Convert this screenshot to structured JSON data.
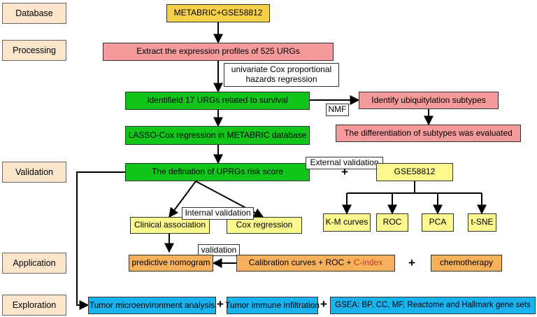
{
  "stages": {
    "database": "Database",
    "processing": "Processing",
    "validation": "Validation",
    "application": "Application",
    "exploration": "Exploration"
  },
  "nodes": {
    "source": "METABRIC+GSE58812",
    "extract": "Extract the expression profiles of 525 URGs",
    "cox_note": "univariate Cox proportional\nhazards regression",
    "identified": "Identifield 17  URGs related to survival",
    "nmf": "NMF",
    "subtypes": "Identify ubiquitylation subtypes",
    "subtype_eval": "The differentiation of subtypes was evaluated",
    "lasso": "LASSO-Cox regression in METABRIC database",
    "risk_score": "The defination of UPRGs risk score",
    "external_validation": "External validation",
    "gse": "GSE58812",
    "internal_validation": "Internal validation",
    "clinical": "Clinical association",
    "cox_regression": "Cox regression",
    "km": "K-M curves",
    "roc": "ROC",
    "pca": "PCA",
    "tsne": "t-SNE",
    "validation_note": "validation",
    "nomogram": "predictive nomogram",
    "calibration_prefix": "Calibration curves + ROC + ",
    "calibration_cindex": "C-index",
    "chemotherapy": "chemotherapy",
    "tme": "Tumor microenvironment analysis",
    "immune": "Tumor immune infiltration",
    "gsea": "GSEA: BP, CC, MF, Reactome and Hallmark gene sets"
  },
  "plus_sign": "+",
  "colors": {
    "stage": "#fbe6cc",
    "source": "#f7d04a",
    "processing": "#f49a9a",
    "key_step": "#12c51b",
    "validation_step": "#fbf98e",
    "application": "#f7b15d",
    "exploration": "#19b4f0",
    "cindex_text": "#c0392b"
  }
}
